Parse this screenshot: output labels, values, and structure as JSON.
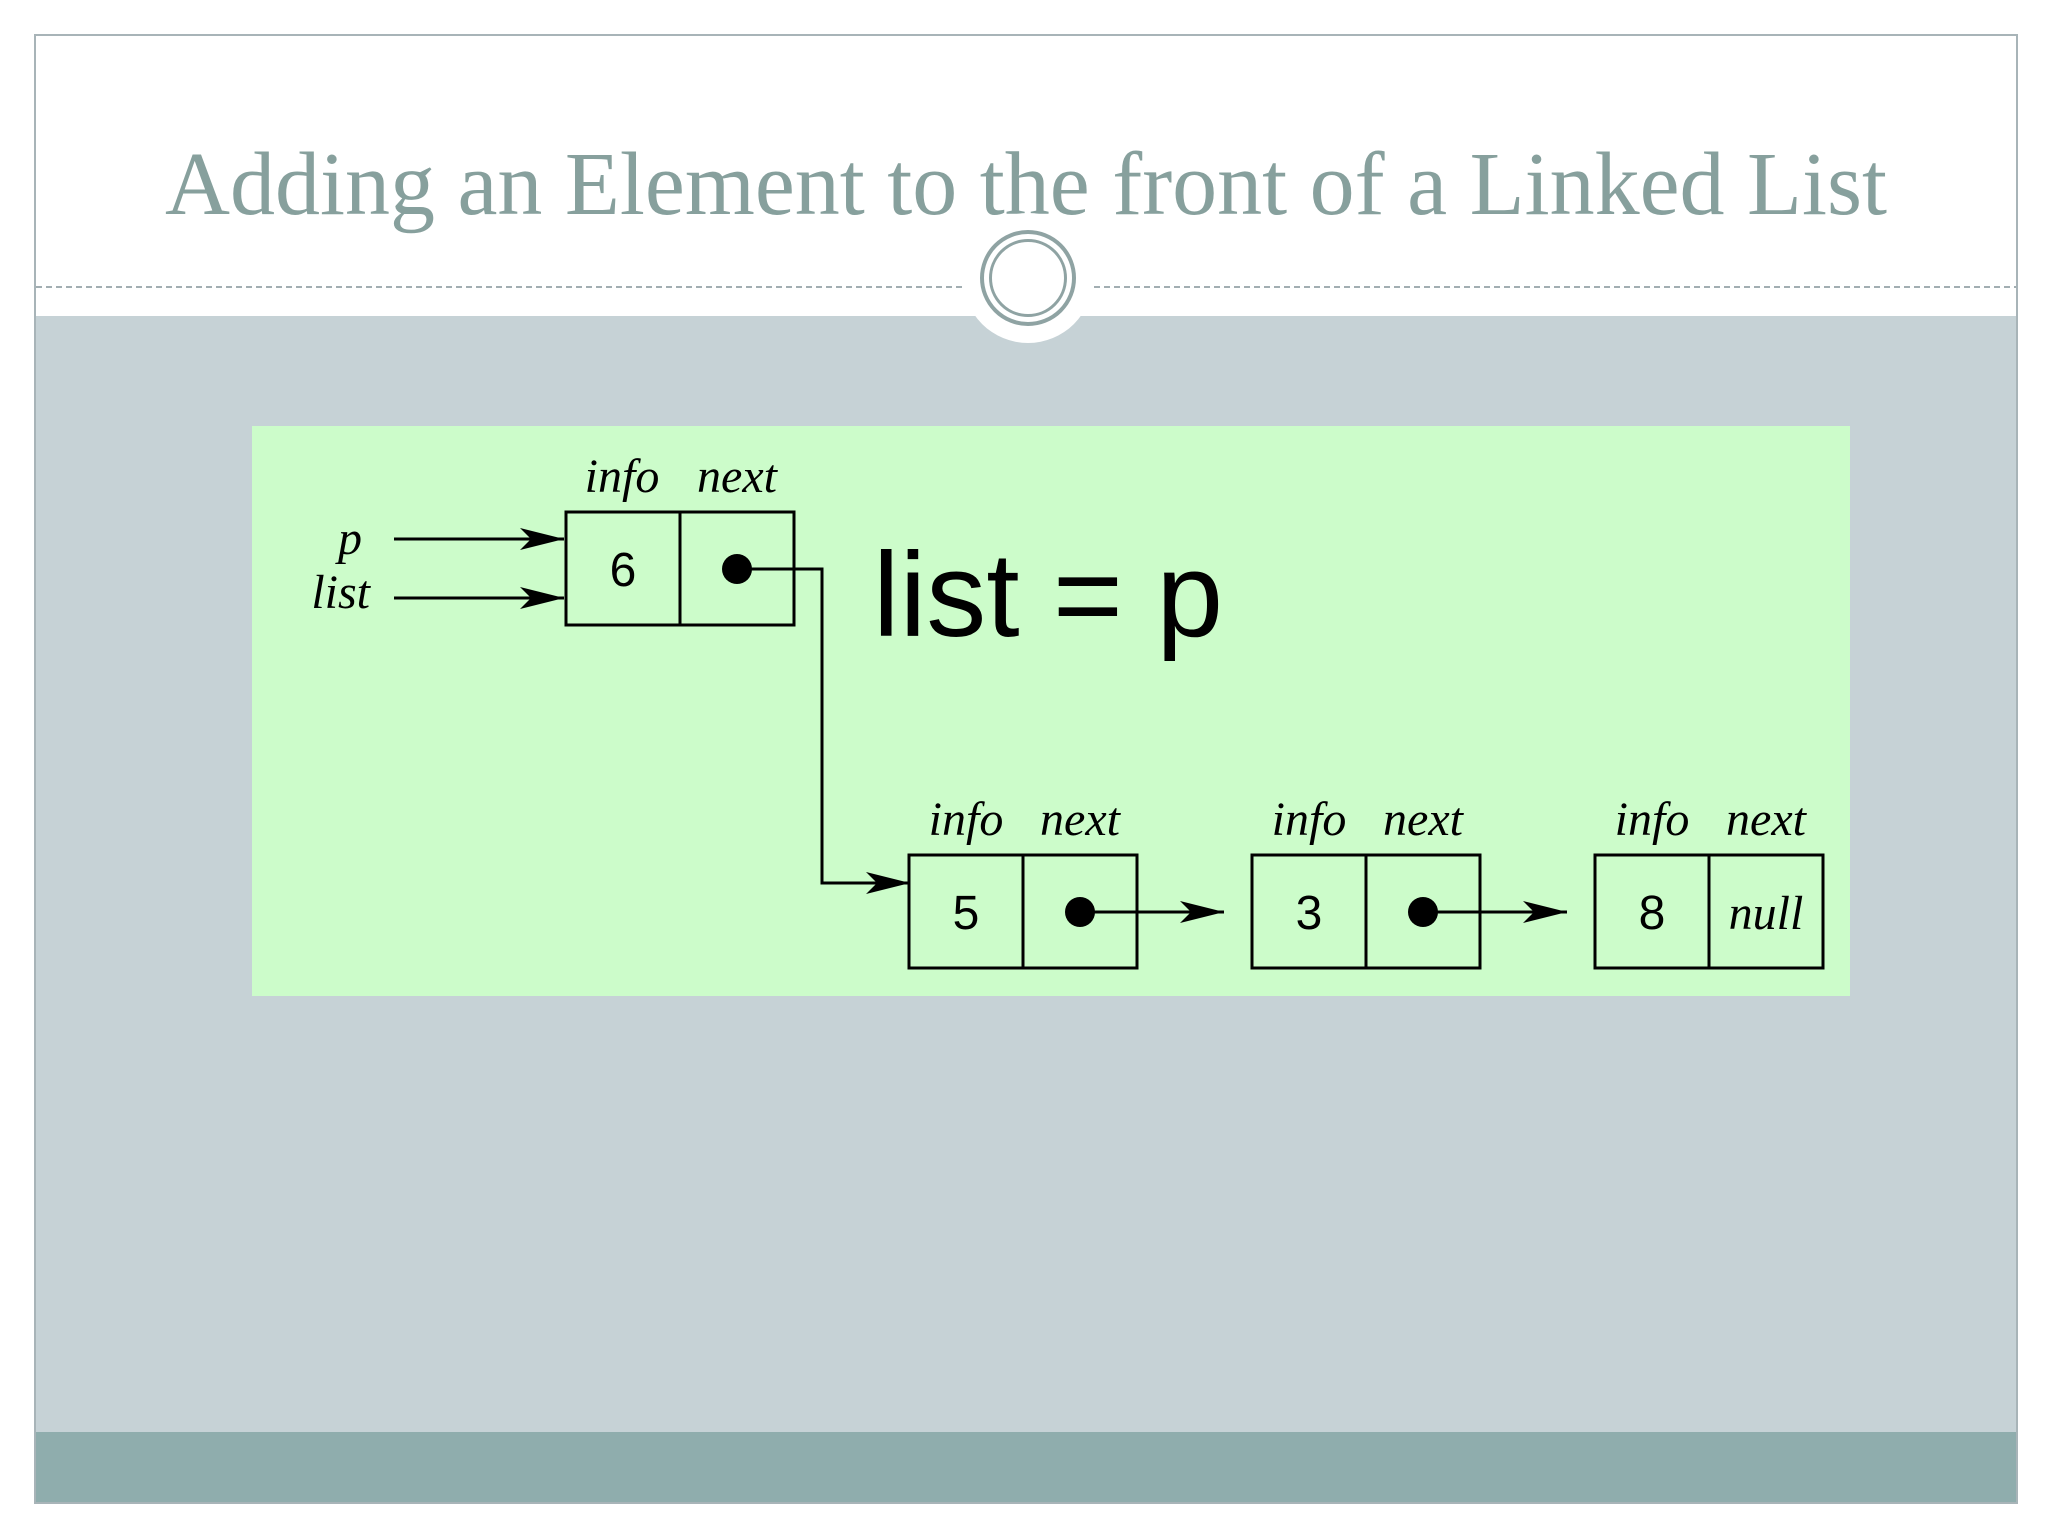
{
  "slide": {
    "title": "Adding an Element to the front of a Linked List"
  },
  "diagram": {
    "statement": "list = p",
    "pointer_labels": [
      "p",
      "list"
    ],
    "field_labels": {
      "info": "info",
      "next": "next"
    },
    "nodes": [
      {
        "info": "6",
        "next": "pointer"
      },
      {
        "info": "5",
        "next": "pointer"
      },
      {
        "info": "3",
        "next": "pointer"
      },
      {
        "info": "8",
        "next": "null"
      }
    ],
    "null_label": "null"
  },
  "colors": {
    "title": "#87a09d",
    "content_background": "#c6d2d6",
    "diagram_background": "#ccfcca",
    "footer_band": "#8fadad"
  }
}
